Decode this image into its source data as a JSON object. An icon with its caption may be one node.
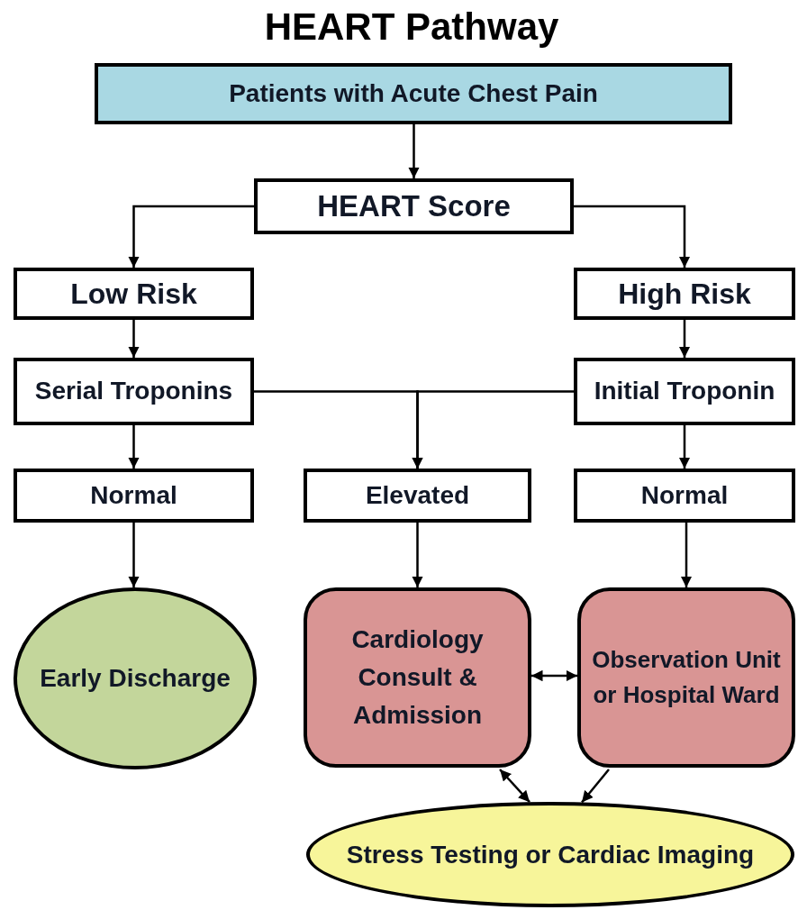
{
  "diagram": {
    "title": "HEART Pathway",
    "nodes": [
      {
        "text": [
          "Patients with Acute Chest Pain"
        ]
      },
      {
        "text": [
          "HEART Score"
        ]
      },
      {
        "text": [
          "Low Risk"
        ]
      },
      {
        "text": [
          "High Risk"
        ]
      },
      {
        "text": [
          "Serial Troponins"
        ]
      },
      {
        "text": [
          "Initial Troponin"
        ]
      },
      {
        "text": [
          "Normal"
        ]
      },
      {
        "text": [
          "Elevated"
        ]
      },
      {
        "text": [
          "Normal"
        ]
      },
      {
        "text": [
          "Early Discharge"
        ]
      },
      {
        "text": [
          "Cardiology Consult & Admission"
        ]
      },
      {
        "text": [
          "Observation Unit or Hospital Ward"
        ]
      },
      {
        "text": [
          "Stress Testing or Cardiac Imaging"
        ]
      }
    ],
    "edges": [
      {
        "from": 0,
        "to": 1,
        "arrow": "to"
      },
      {
        "from": 1,
        "to": 2,
        "arrow": "to"
      },
      {
        "from": 1,
        "to": 3,
        "arrow": "to"
      },
      {
        "from": 2,
        "to": 4,
        "arrow": "to"
      },
      {
        "from": 3,
        "to": 5,
        "arrow": "to"
      },
      {
        "from": 4,
        "to": 6,
        "arrow": "to"
      },
      {
        "from": 4,
        "to": 7,
        "arrow": "to"
      },
      {
        "from": 5,
        "to": 7,
        "arrow": "to"
      },
      {
        "from": 5,
        "to": 8,
        "arrow": "to"
      },
      {
        "from": 6,
        "to": 9,
        "arrow": "to"
      },
      {
        "from": 7,
        "to": 10,
        "arrow": "to"
      },
      {
        "from": 8,
        "to": 11,
        "arrow": "to"
      },
      {
        "from": 10,
        "to": 11,
        "arrow": "both"
      },
      {
        "from": 10,
        "to": 12,
        "arrow": "both"
      },
      {
        "from": 11,
        "to": 12,
        "arrow": "to"
      }
    ]
  }
}
